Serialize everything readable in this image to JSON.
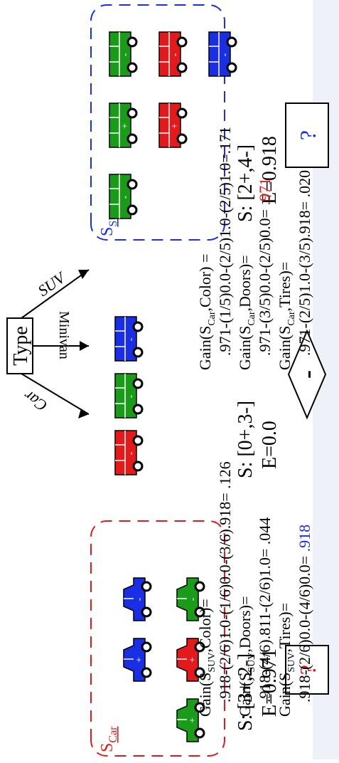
{
  "root": {
    "label": "Type"
  },
  "branches": {
    "car": "Car",
    "minivan": "Minivan",
    "suv": "SUV"
  },
  "sets": {
    "car": {
      "name": "S",
      "sub": "Car",
      "color": "#e31a1c"
    },
    "suv": {
      "name": "S",
      "sub": "SUV",
      "color": "#1a2fe3"
    }
  },
  "stats": {
    "car": {
      "s": "S: [3+,2-]",
      "e": "E=0.971",
      "leaf": "?",
      "leaf_color": "#e31a1c"
    },
    "minivan": {
      "s": "S: [0+,3-]",
      "e": "E=0.0",
      "leaf": "-"
    },
    "suv": {
      "s": "S: [2+,4-]",
      "e": "E=0.918",
      "leaf": "?",
      "leaf_color": "#1a2fe3"
    }
  },
  "cars": {
    "car_set": [
      {
        "color": "#1a2fe3",
        "sign": "-"
      },
      {
        "color": "#1a9b1a",
        "sign": "-"
      },
      {
        "color": "#1a2fe3",
        "sign": "+"
      },
      {
        "color": "#e31a1c",
        "sign": "+"
      },
      {
        "color": "#1a9b1a",
        "sign": "+"
      }
    ],
    "minivan_set": [
      {
        "color": "#1a2fe3",
        "sign": "-"
      },
      {
        "color": "#1a9b1a",
        "sign": "-"
      },
      {
        "color": "#e31a1c",
        "sign": "-"
      }
    ],
    "suv_set": [
      {
        "color": "#1a9b1a",
        "sign": "+"
      },
      {
        "color": "#e31a1c",
        "sign": "+"
      },
      {
        "color": "#1a9b1a",
        "sign": "-"
      },
      {
        "color": "#1a9b1a",
        "sign": "-"
      },
      {
        "color": "#e31a1c",
        "sign": "-"
      },
      {
        "color": "#1a2fe3",
        "sign": "-"
      }
    ]
  },
  "gains": {
    "car": [
      {
        "head": "Gain(S",
        "sub": "Car",
        "attr": ",Color) =",
        "line2": ".971-(1/5)0.0-(2/5)1.0-(2/5)1.0=.171",
        "highlight": ""
      },
      {
        "head": "Gain(S",
        "sub": "Car",
        "attr": ",Doors)=",
        "line2": ".971-(3/5)0.0-(2/5)0.0= ",
        "highlight": ".971",
        "highlight_color": "#e31a1c"
      },
      {
        "head": "Gain(S",
        "sub": "Car",
        "attr": ",Tires)=",
        "line2": ".971-(2/5)1.0-(3/5).918= .020",
        "highlight": ""
      }
    ],
    "suv": [
      {
        "head": "Gain(S",
        "sub": "SUV",
        "attr": ",Color)=",
        "line2": ".918-(2/6)1.0-(1/6)0.0-(3/6).918= .126",
        "highlight": ""
      },
      {
        "head": "Gain(S",
        "sub": "SUV",
        "attr": ",Doors)=",
        "line2": ".918-(4/6).811-(2/6)1.0= .044",
        "highlight": ""
      },
      {
        "head": "Gain(S",
        "sub": "SUV",
        "attr": ",Tires)=",
        "line2": ".918-(2/6)0.0-(4/6)0.0= ",
        "highlight": ".918",
        "highlight_color": "#1a2fe3"
      }
    ]
  }
}
